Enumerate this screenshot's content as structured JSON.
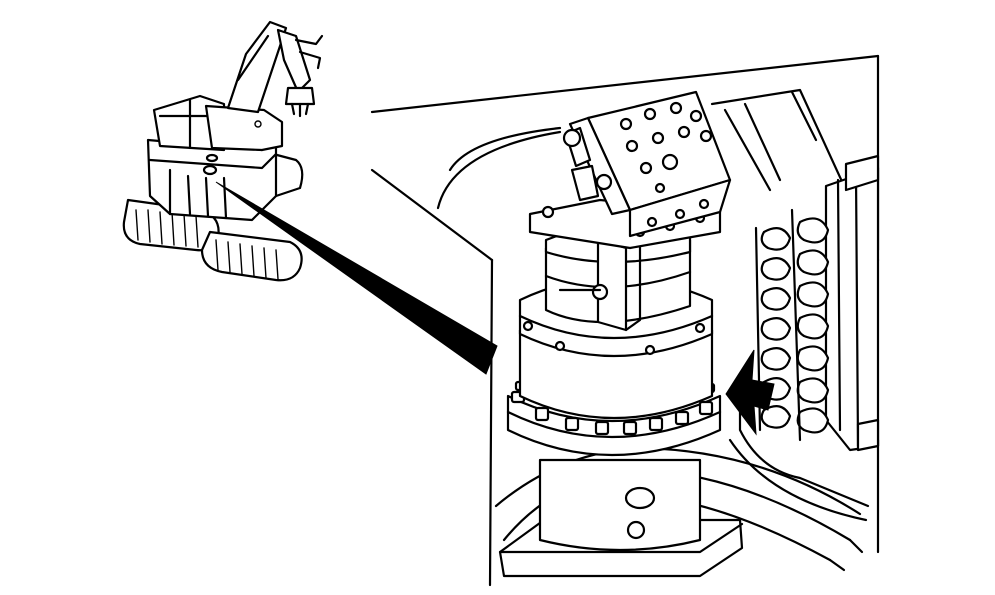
{
  "figure": {
    "background": "#ffffff",
    "ink": "#000000",
    "parts": [
      "excavator-overview",
      "callout-pointer",
      "swing-motor-assembly",
      "swing-motor-valve-block",
      "swing-ring-bolts",
      "control-valve-bank",
      "location-arrow"
    ]
  }
}
